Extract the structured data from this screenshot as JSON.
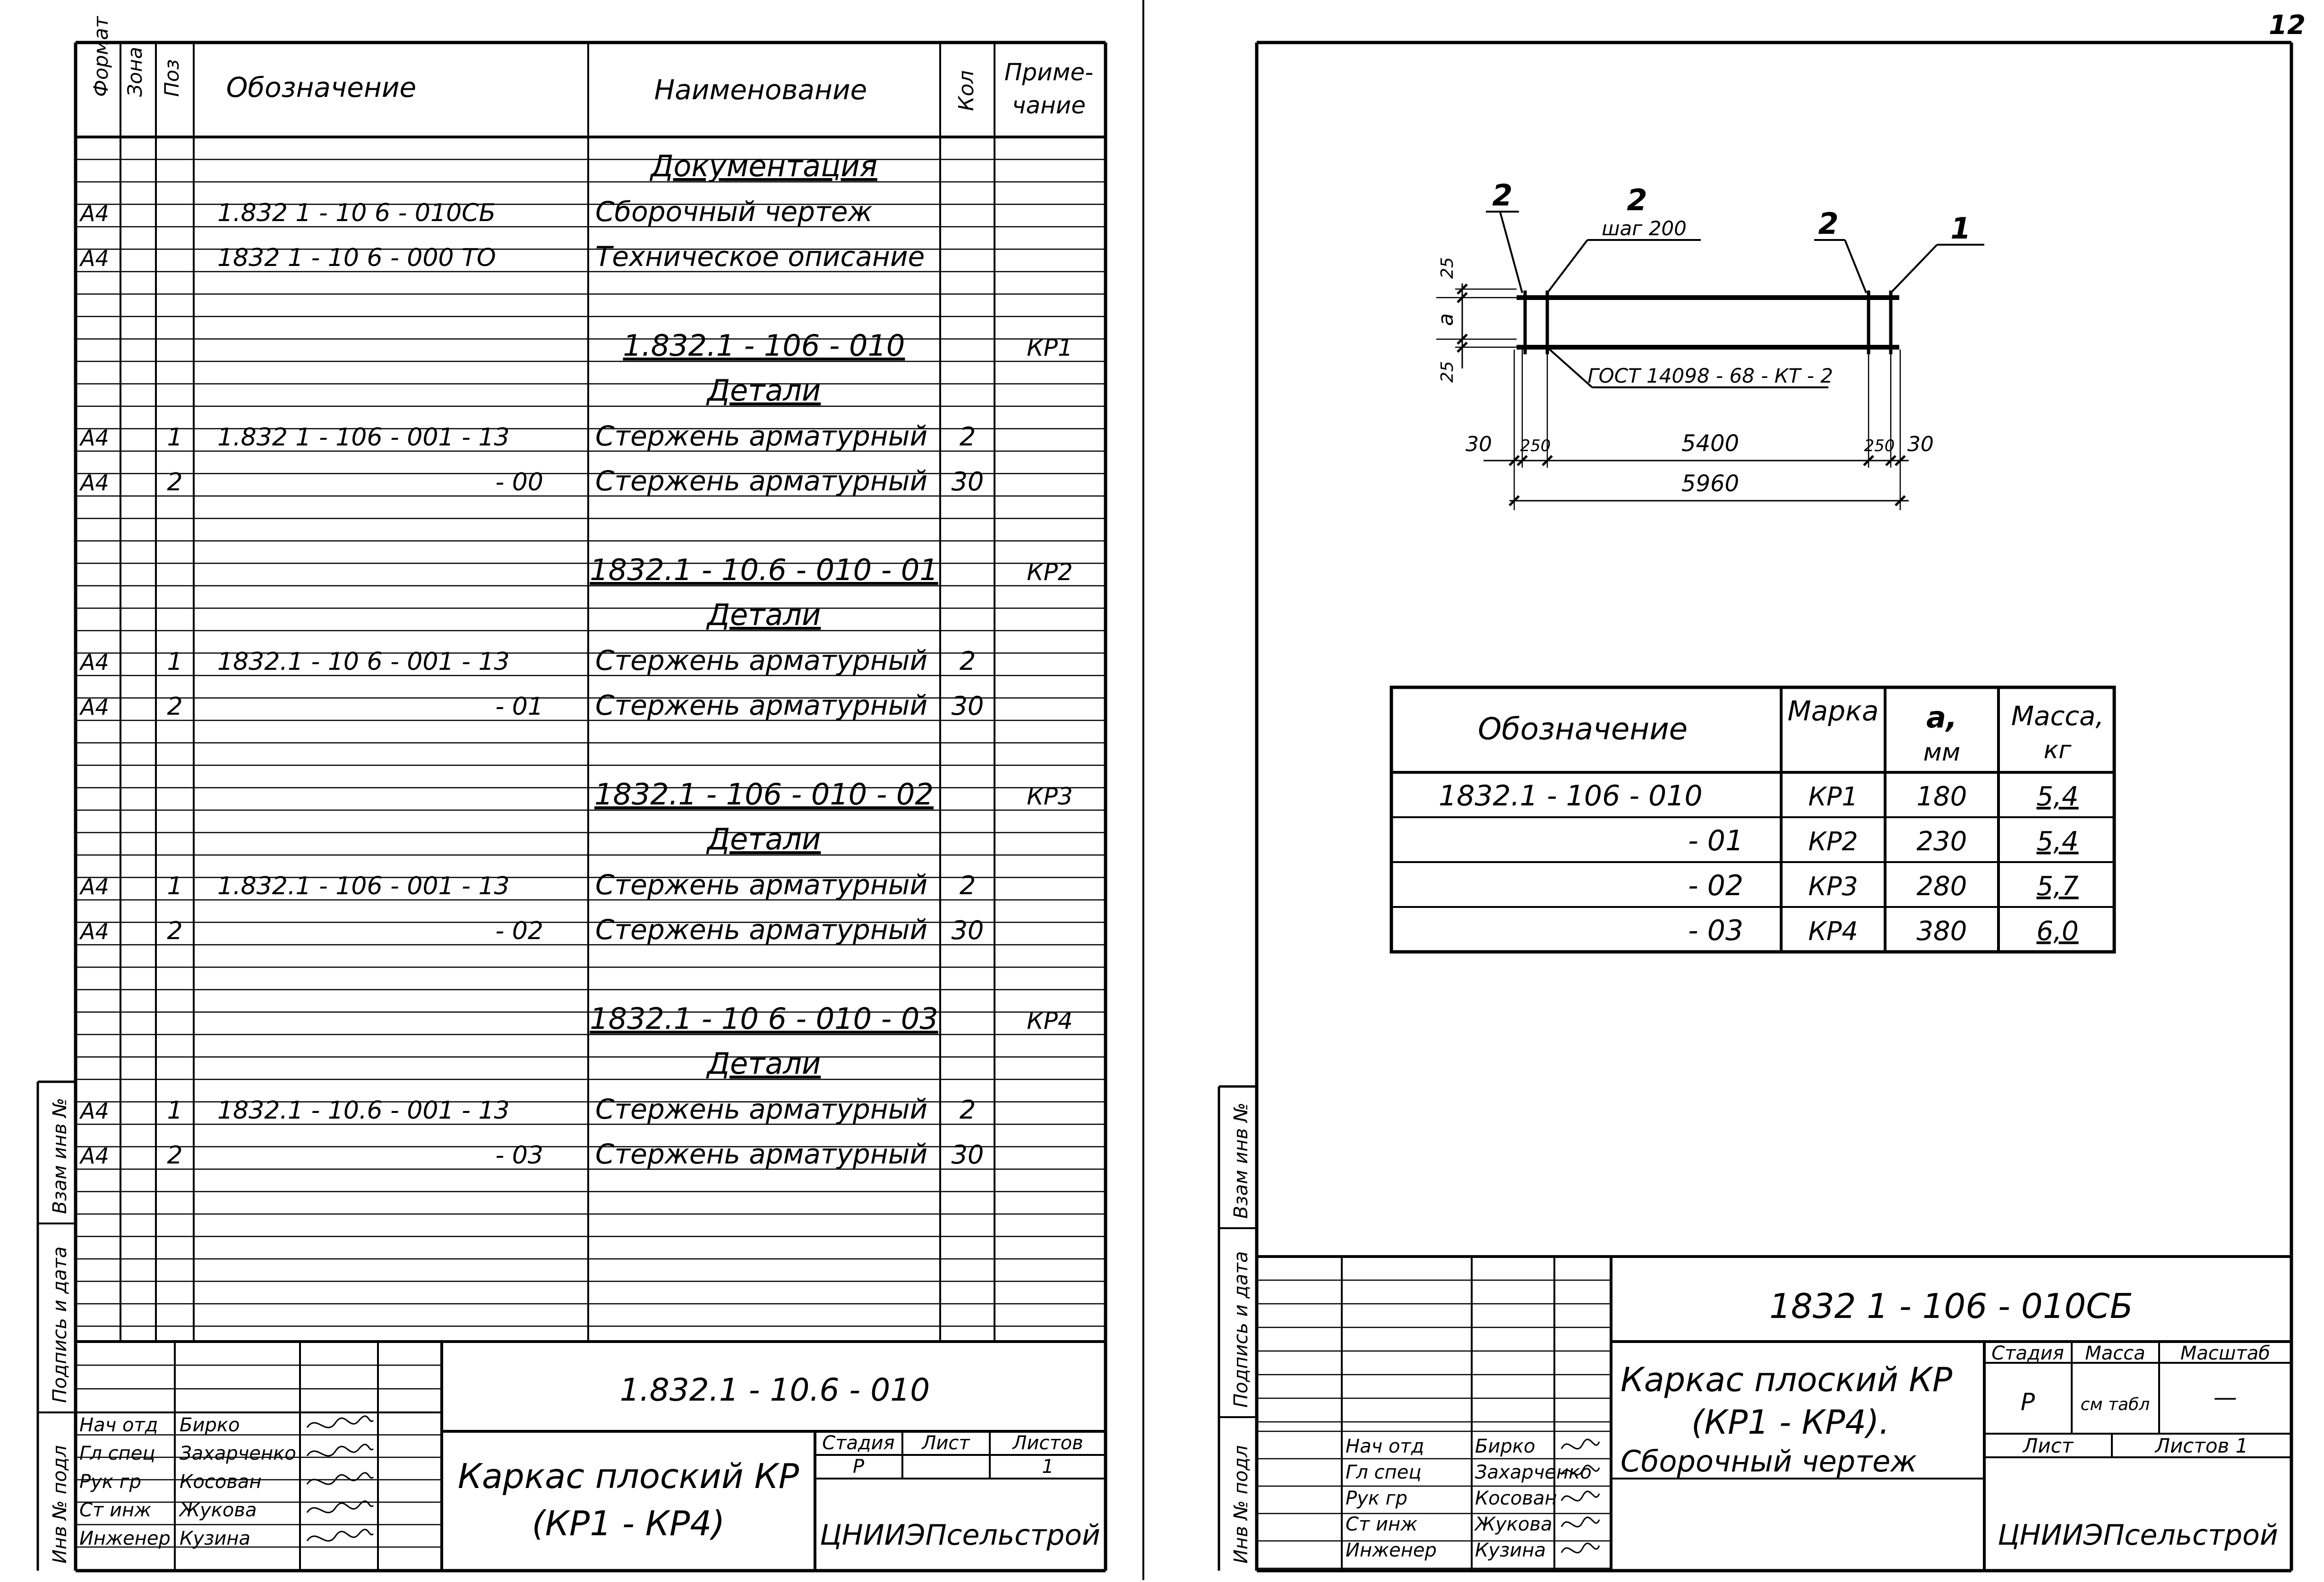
{
  "page_number": "12",
  "spec_sheet": {
    "headers": {
      "format": "Формат",
      "zone": "Зона",
      "pos": "Поз",
      "designation": "Обозначение",
      "name": "Наименование",
      "qty": "Кол",
      "note1": "Приме-",
      "note2": "чание"
    },
    "rows": [
      {
        "format": "",
        "pos": "",
        "designation": "",
        "name": "Документация",
        "qty": "",
        "note": "",
        "underline": true
      },
      {
        "format": "А4",
        "pos": "",
        "designation": "1.832 1 - 10 6 - 010СБ",
        "name": "Сборочный чертеж",
        "qty": "",
        "note": ""
      },
      {
        "format": "А4",
        "pos": "",
        "designation": "1832 1 - 10 6 - 000 ТО",
        "name": "Техническое описание",
        "qty": "",
        "note": ""
      },
      {
        "format": "",
        "pos": "",
        "designation": "",
        "name": "",
        "qty": "",
        "note": ""
      },
      {
        "format": "",
        "pos": "",
        "designation": "",
        "name": "1.832.1 - 106 - 010",
        "qty": "",
        "note": "КР1",
        "underline": true
      },
      {
        "format": "",
        "pos": "",
        "designation": "",
        "name": "Детали",
        "qty": "",
        "note": "",
        "underline": true
      },
      {
        "format": "А4",
        "pos": "1",
        "designation": "1.832 1 - 106 - 001 - 13",
        "name": "Стержень арматурный",
        "qty": "2",
        "note": ""
      },
      {
        "format": "А4",
        "pos": "2",
        "designation": "- 00",
        "name": "Стержень арматурный",
        "qty": "30",
        "note": ""
      },
      {
        "format": "",
        "pos": "",
        "designation": "",
        "name": "",
        "qty": "",
        "note": ""
      },
      {
        "format": "",
        "pos": "",
        "designation": "",
        "name": "1832.1 - 10.6 - 010 - 01",
        "qty": "",
        "note": "КР2",
        "underline": true
      },
      {
        "format": "",
        "pos": "",
        "designation": "",
        "name": "Детали",
        "qty": "",
        "note": "",
        "underline": true
      },
      {
        "format": "А4",
        "pos": "1",
        "designation": "1832.1 - 10 6 - 001 - 13",
        "name": "Стержень арматурный",
        "qty": "2",
        "note": ""
      },
      {
        "format": "А4",
        "pos": "2",
        "designation": "- 01",
        "name": "Стержень арматурный",
        "qty": "30",
        "note": ""
      },
      {
        "format": "",
        "pos": "",
        "designation": "",
        "name": "",
        "qty": "",
        "note": ""
      },
      {
        "format": "",
        "pos": "",
        "designation": "",
        "name": "1832.1 - 106 - 010 - 02",
        "qty": "",
        "note": "КР3",
        "underline": true
      },
      {
        "format": "",
        "pos": "",
        "designation": "",
        "name": "Детали",
        "qty": "",
        "note": "",
        "underline": true
      },
      {
        "format": "А4",
        "pos": "1",
        "designation": "1.832.1 - 106 - 001 - 13",
        "name": "Стержень арматурный",
        "qty": "2",
        "note": ""
      },
      {
        "format": "А4",
        "pos": "2",
        "designation": "- 02",
        "name": "Стержень арматурный",
        "qty": "30",
        "note": ""
      },
      {
        "format": "",
        "pos": "",
        "designation": "",
        "name": "",
        "qty": "",
        "note": ""
      },
      {
        "format": "",
        "pos": "",
        "designation": "",
        "name": "1832.1 - 10 6 - 010 - 03",
        "qty": "",
        "note": "КР4",
        "underline": true
      },
      {
        "format": "",
        "pos": "",
        "designation": "",
        "name": "Детали",
        "qty": "",
        "note": "",
        "underline": true
      },
      {
        "format": "А4",
        "pos": "1",
        "designation": "1832.1 - 10.6 - 001 - 13",
        "name": "Стержень арматурный",
        "qty": "2",
        "note": ""
      },
      {
        "format": "А4",
        "pos": "2",
        "designation": "- 03",
        "name": "Стержень арматурный",
        "qty": "30",
        "note": ""
      }
    ],
    "side_stamp": [
      "Инв № подл",
      "Подпись и дата",
      "Взам инв №"
    ],
    "title_block": {
      "code": "1.832.1 - 10.6 - 010",
      "title1": "Каркас плоский КР",
      "title2": "(КР1 - КР4)",
      "stage_label": "Стадия",
      "sheet_label": "Лист",
      "sheets_label": "Листов",
      "stage": "Р",
      "sheets": "1",
      "org": "ЦНИИЭПсельстрой",
      "people": [
        {
          "role": "Нач отд",
          "name": "Бирко"
        },
        {
          "role": "Гл спец",
          "name": "Захарченко"
        },
        {
          "role": "Рук гр",
          "name": "Косован"
        },
        {
          "role": "Ст инж",
          "name": "Жукова"
        },
        {
          "role": "Инженер",
          "name": "Кузина"
        }
      ]
    }
  },
  "drawing_sheet": {
    "drawing": {
      "callouts": [
        "2",
        "2",
        "2",
        "1"
      ],
      "step_label": "шаг 200",
      "weld_label": "ГОСТ 14098 - 68 - КТ - 2",
      "dims": {
        "top": "25",
        "a": "a",
        "bottom": "25",
        "left": "30",
        "left_in": "250",
        "center": "5400",
        "right_in": "250",
        "right": "30",
        "total": "5960"
      }
    },
    "table": {
      "headers": {
        "designation": "Обозначение",
        "mark": "Марка",
        "a": "a,",
        "a_unit": "мм",
        "mass": "Масса,",
        "mass_unit": "кг"
      },
      "rows": [
        {
          "designation": "1832.1 - 106 - 010",
          "mark": "КР1",
          "a": "180",
          "mass": "5,4"
        },
        {
          "designation": "- 01",
          "mark": "КР2",
          "a": "230",
          "mass": "5,4"
        },
        {
          "designation": "- 02",
          "mark": "КР3",
          "a": "280",
          "mass": "5,7"
        },
        {
          "designation": "- 03",
          "mark": "КР4",
          "a": "380",
          "mass": "6,0"
        }
      ]
    },
    "side_stamp": [
      "Инв № подл",
      "Подпись и дата",
      "Взам инв №"
    ],
    "title_block": {
      "code": "1832 1 - 106 - 010СБ",
      "title1": "Каркас плоский КР",
      "title2": "(КР1 - КР4).",
      "title3": "Сборочный чертеж",
      "stage_label": "Стадия",
      "mass_label": "Масса",
      "scale_label": "Масштаб",
      "stage": "Р",
      "mass": "см табл",
      "scale": "—",
      "sheet_label": "Лист",
      "sheets_label": "Листов 1",
      "org": "ЦНИИЭПсельстрой",
      "people": [
        {
          "role": "Нач отд",
          "name": "Бирко"
        },
        {
          "role": "Гл спец",
          "name": "Захарченко"
        },
        {
          "role": "Рук гр",
          "name": "Косован"
        },
        {
          "role": "Ст инж",
          "name": "Жукова"
        },
        {
          "role": "Инженер",
          "name": "Кузина"
        }
      ]
    }
  }
}
